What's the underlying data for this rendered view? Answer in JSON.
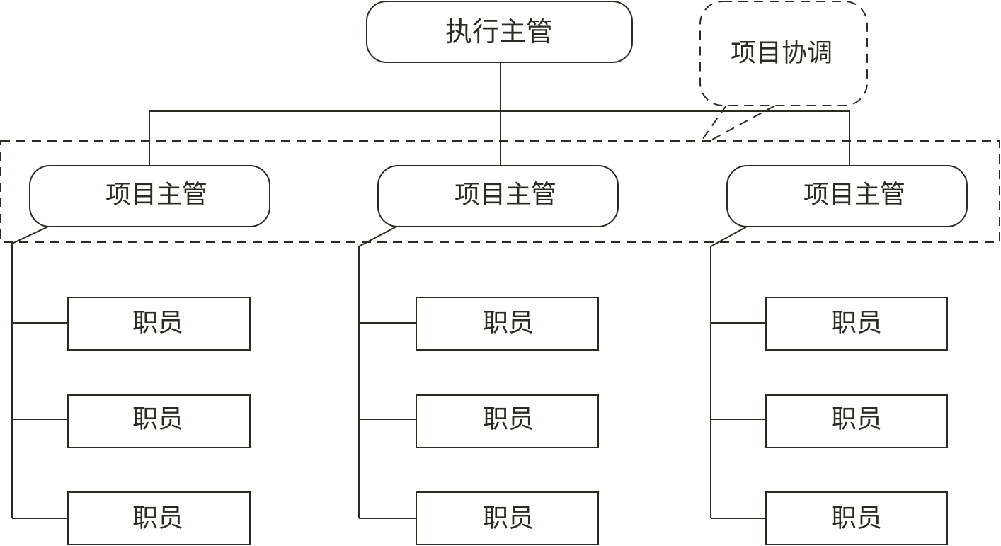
{
  "diagram": {
    "executive": {
      "label": "执行主管"
    },
    "coordination": {
      "label": "项目协调"
    },
    "projects": [
      {
        "manager": {
          "label": "项目主管"
        },
        "staff": [
          {
            "label": "职员"
          },
          {
            "label": "职员"
          },
          {
            "label": "职员"
          }
        ]
      },
      {
        "manager": {
          "label": "项目主管"
        },
        "staff": [
          {
            "label": "职员"
          },
          {
            "label": "职员"
          },
          {
            "label": "职员"
          }
        ]
      },
      {
        "manager": {
          "label": "项目主管"
        },
        "staff": [
          {
            "label": "职员"
          },
          {
            "label": "职员"
          },
          {
            "label": "职员"
          }
        ]
      }
    ],
    "colors": {
      "stroke": "#2b2b22",
      "background": "#ffffff"
    }
  }
}
